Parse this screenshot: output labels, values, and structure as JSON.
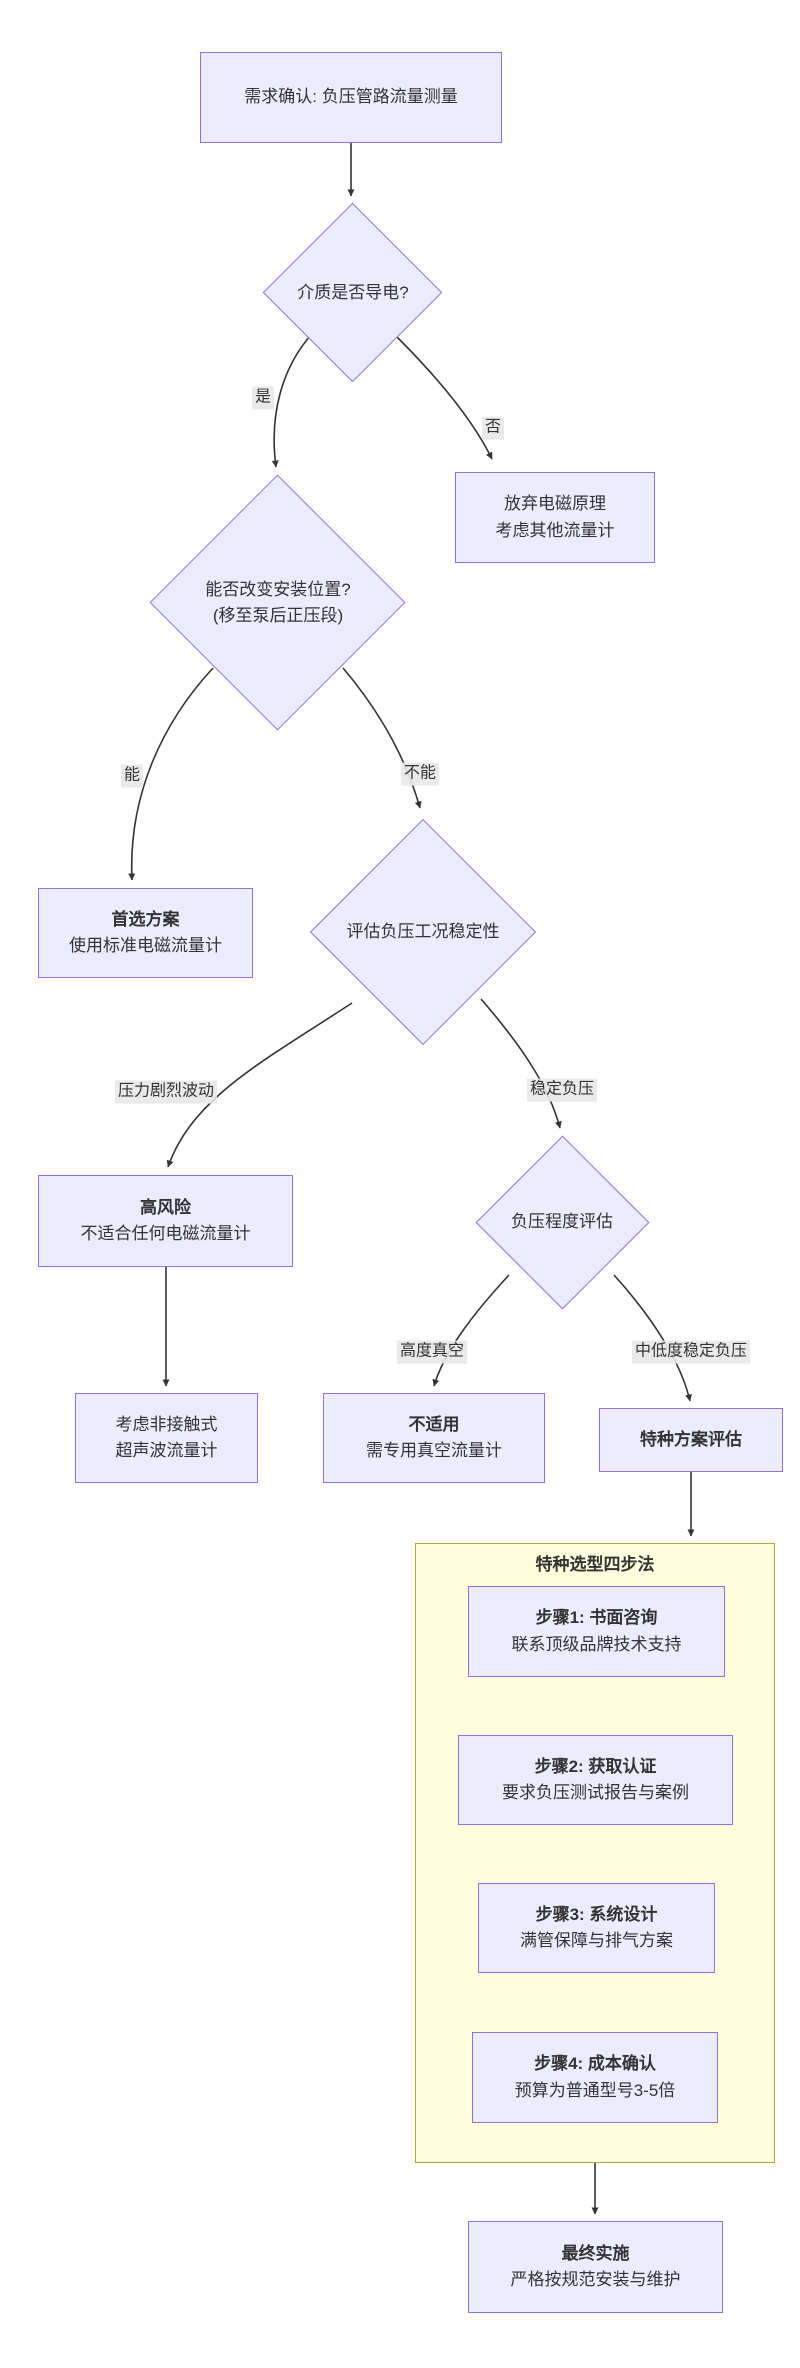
{
  "nodes": {
    "start": {
      "text": "需求确认: 负压管路流量测量"
    },
    "conductive": {
      "text": "介质是否导电?"
    },
    "abandon": {
      "line1": "放弃电磁原理",
      "line2": "考虑其他流量计"
    },
    "relocate": {
      "line1": "能否改变安装位置?",
      "line2": "(移至泵后正压段)"
    },
    "preferred": {
      "title": "首选方案",
      "subtitle": "使用标准电磁流量计"
    },
    "stability": {
      "text": "评估负压工况稳定性"
    },
    "highrisk": {
      "title": "高风险",
      "subtitle": "不适合任何电磁流量计"
    },
    "degree": {
      "text": "负压程度评估"
    },
    "ultrasonic": {
      "line1": "考虑非接触式",
      "line2": "超声波流量计"
    },
    "notapplicable": {
      "title": "不适用",
      "subtitle": "需专用真空流量计"
    },
    "special": {
      "title": "特种方案评估"
    },
    "final": {
      "title": "最终实施",
      "subtitle": "严格按规范安装与维护"
    }
  },
  "cluster": {
    "title": "特种选型四步法",
    "steps": [
      {
        "title": "步骤1: 书面咨询",
        "subtitle": "联系顶级品牌技术支持"
      },
      {
        "title": "步骤2: 获取认证",
        "subtitle": "要求负压测试报告与案例"
      },
      {
        "title": "步骤3: 系统设计",
        "subtitle": "满管保障与排气方案"
      },
      {
        "title": "步骤4: 成本确认",
        "subtitle": "预算为普通型号3-5倍"
      }
    ]
  },
  "edge_labels": {
    "yes": "是",
    "no": "否",
    "can": "能",
    "cannot": "不能",
    "fluctuating": "压力剧烈波动",
    "stable": "稳定负压",
    "high_vacuum": "高度真空",
    "mid_low": "中低度稳定负压"
  },
  "colors": {
    "node_fill": "#ECECFF",
    "node_border": "#9370DB",
    "cluster_fill": "#FFFFDE",
    "cluster_border": "#AAAA33",
    "edge": "#333333",
    "text": "#333333",
    "edge_label_bg": "#E8E8E8"
  }
}
